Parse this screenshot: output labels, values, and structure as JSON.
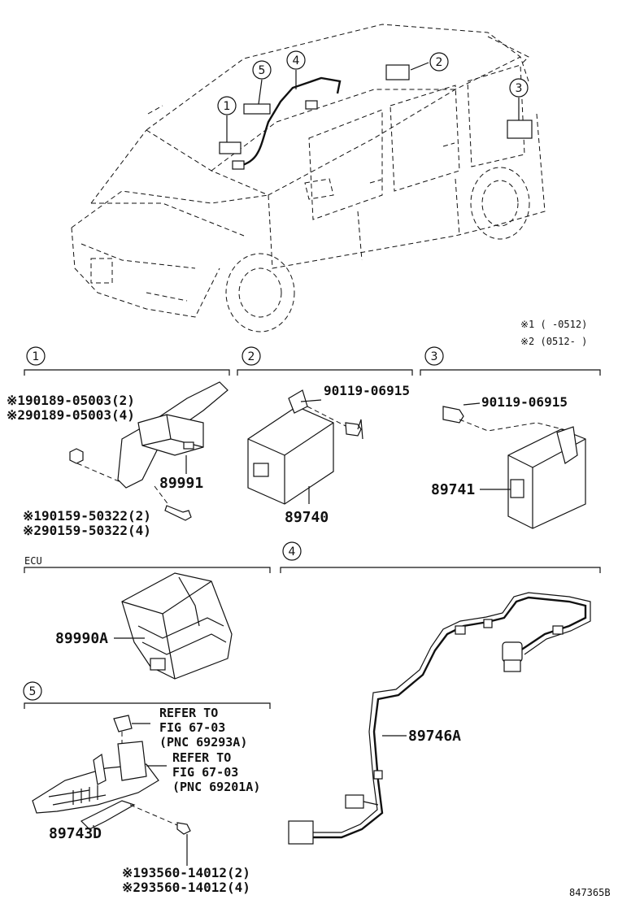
{
  "diagram": {
    "notes": {
      "note1": "※1 (     -0512)",
      "note2": "※2 (0512-     )"
    },
    "car_callouts": [
      "1",
      "2",
      "3",
      "4",
      "5"
    ],
    "sections": {
      "s1": {
        "number": "1",
        "parts": [
          "※190189-05003(2)",
          "※290189-05003(4)",
          "89991",
          "※190159-50322(2)",
          "※290159-50322(4)"
        ]
      },
      "s2": {
        "number": "2",
        "parts": [
          "90119-06915",
          "89740"
        ]
      },
      "s3": {
        "number": "3",
        "parts": [
          "90119-06915",
          "89741"
        ]
      },
      "ecu": {
        "label": "ECU",
        "parts": [
          "89990A"
        ]
      },
      "s4": {
        "number": "4",
        "parts": [
          "89746A"
        ]
      },
      "s5": {
        "number": "5",
        "refs": [
          "REFER TO",
          "FIG 67-03",
          "(PNC 69293A)",
          "REFER TO",
          "FIG 67-03",
          "(PNC 69201A)"
        ],
        "parts": [
          "89743D",
          "※193560-14012(2)",
          "※293560-14012(4)"
        ]
      }
    },
    "diagram_code": "847365B"
  }
}
